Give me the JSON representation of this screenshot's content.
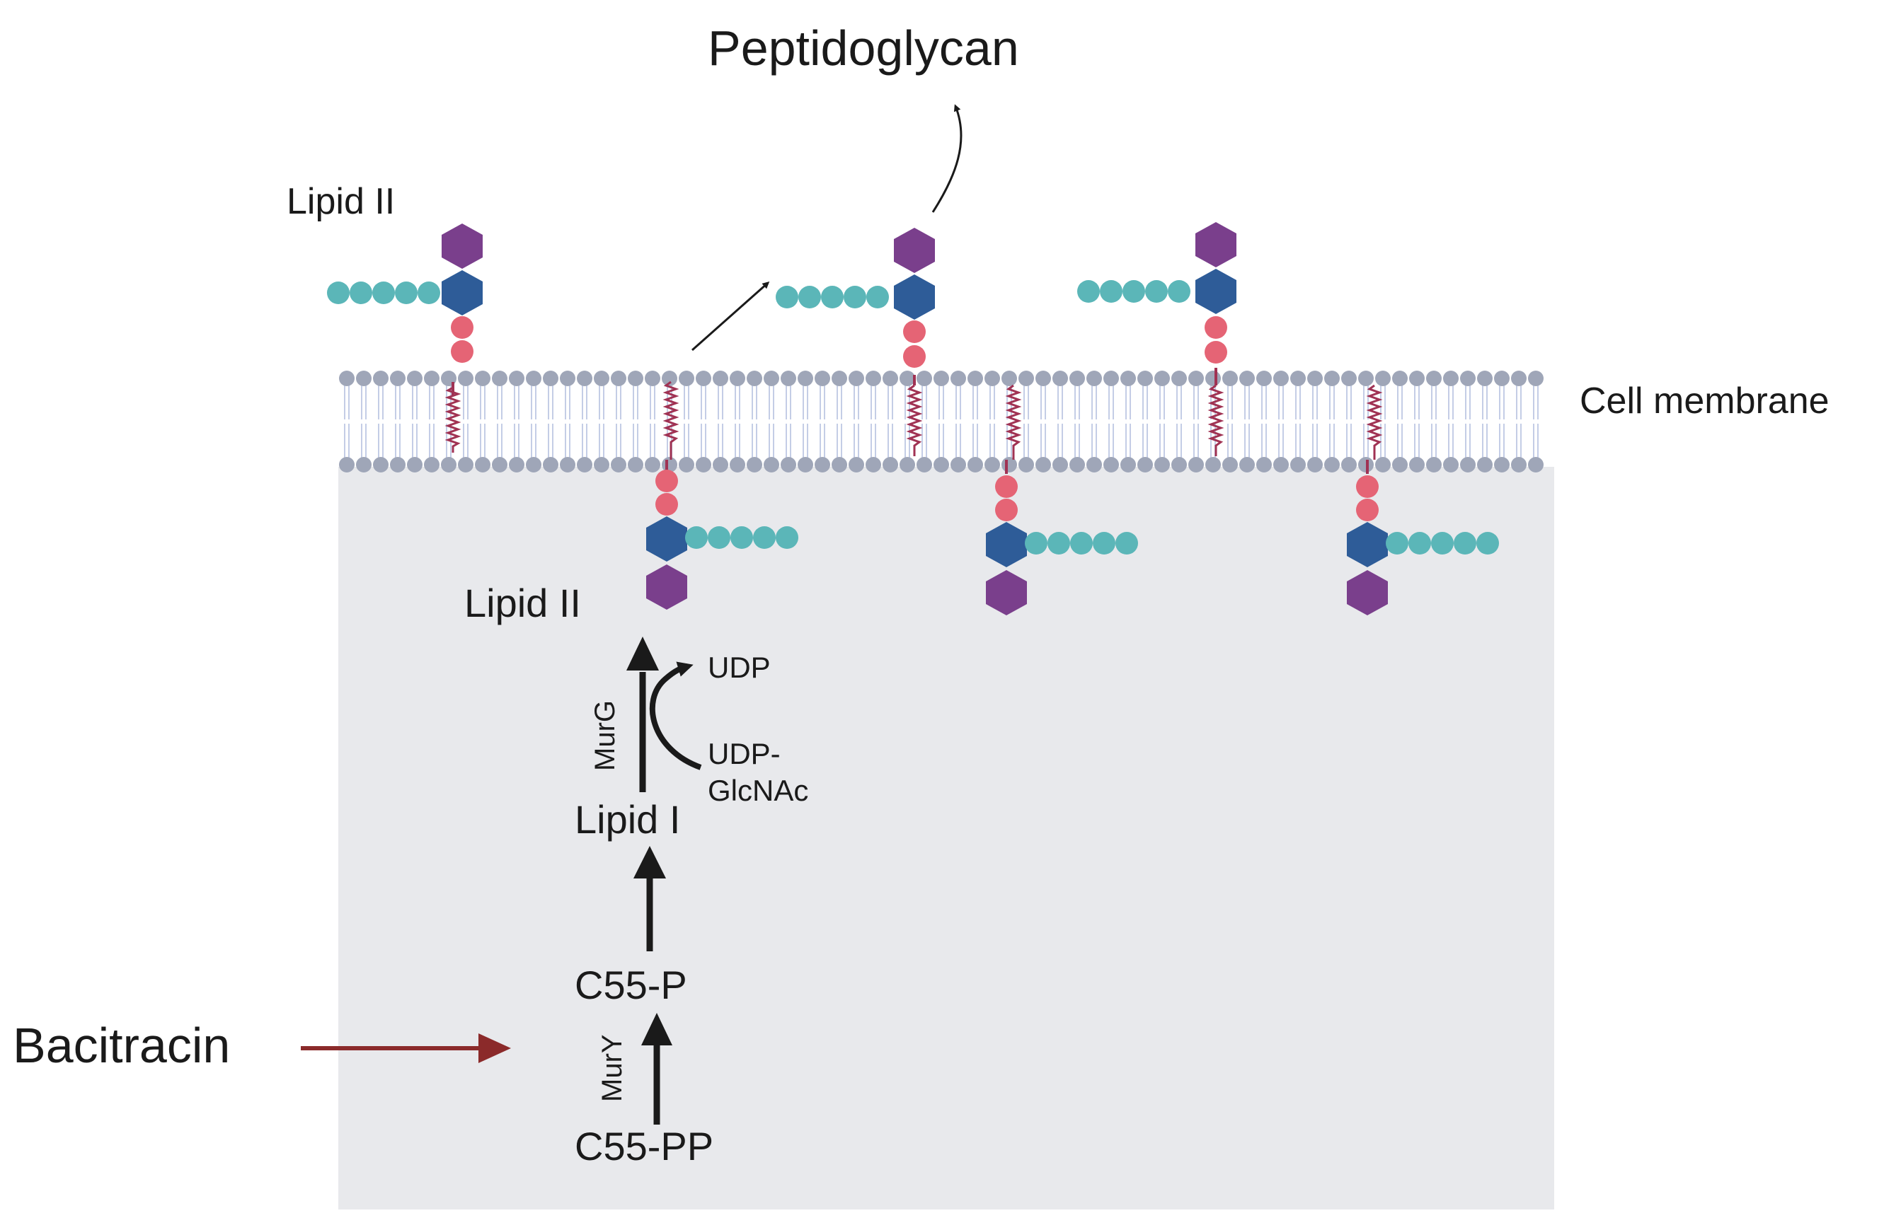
{
  "labels": {
    "peptidoglycan": "Peptidoglycan",
    "lipid_ii_top": "Lipid II",
    "cell_membrane": "Cell membrane",
    "lipid_ii_inner": "Lipid II",
    "udp": "UDP",
    "udp_glcnac_line1": "UDP-",
    "udp_glcnac_line2": "GlcNAc",
    "murg": "MurG",
    "lipid_i": "Lipid I",
    "c55_p": "C55-P",
    "mury": "MurY",
    "c55_pp": "C55-PP",
    "bacitracin": "Bacitracin"
  },
  "colors": {
    "cytoplasm": "#e8e9ec",
    "membrane_head": "#9fa6b8",
    "membrane_tail": "#c4cde6",
    "anchor": "#a03253",
    "phosphate": "#e56475",
    "glcnac": "#2e5c98",
    "murnac": "#7a3f8c",
    "peptide": "#5bb6b8",
    "arrow": "#1a1a1a",
    "inhibition": "#8b2a2a"
  },
  "icons": [
    "lipid-ii-molecule-icon",
    "phospholipid-bilayer-icon",
    "pathway-arrow-icon",
    "inhibition-arrow-icon"
  ]
}
